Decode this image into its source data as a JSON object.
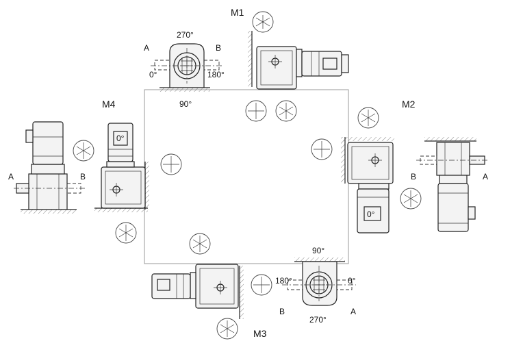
{
  "positions": {
    "m1": "M1",
    "m2": "M2",
    "m3": "M3",
    "m4": "M4"
  },
  "angles": {
    "top_270": "270°",
    "top_0": "0°",
    "top_180": "180°",
    "top_90": "90°",
    "bottom_90": "90°",
    "bottom_180": "180°",
    "bottom_0": "0°",
    "bottom_270": "270°",
    "motor_m4_0": "0°",
    "motor_m2_0": "0°"
  },
  "sides": {
    "top_a": "A",
    "top_b": "B",
    "left_a": "A",
    "left_b": "B",
    "right_b": "B",
    "right_a": "A",
    "bottom_b": "B",
    "bottom_a": "A"
  },
  "colors": {
    "line": "#222222",
    "frame": "#9a9a9a",
    "fill": "#f3f3f3"
  }
}
